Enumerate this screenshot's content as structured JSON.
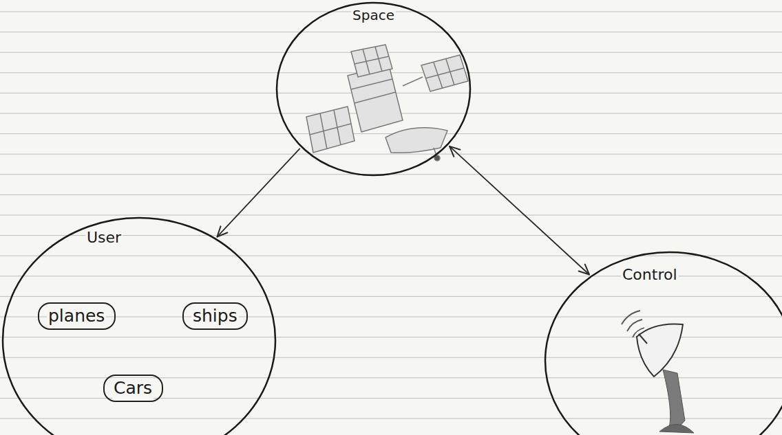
{
  "diagram": {
    "nodes": [
      {
        "text": [
          "Space"
        ]
      },
      {
        "text": [
          "User"
        ]
      },
      {
        "text": [
          "planes"
        ],
        "in": 1
      },
      {
        "text": [
          "ships"
        ],
        "in": 1
      },
      {
        "text": [
          "Cars"
        ],
        "in": 1
      },
      {
        "text": [
          "Control"
        ]
      }
    ],
    "edges": [
      {
        "from": 0,
        "to": 1,
        "arrow": "to"
      },
      {
        "from": 0,
        "to": 5,
        "arrow": "both"
      }
    ]
  }
}
